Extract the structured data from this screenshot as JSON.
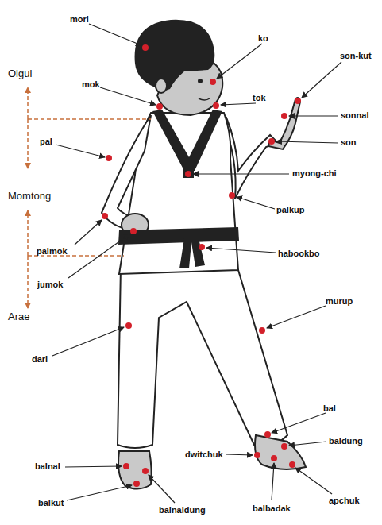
{
  "diagram": {
    "labels": [
      "mori",
      "ko",
      "son-kut",
      "Olgul",
      "mok",
      "tok",
      "sonnal",
      "pal",
      "son",
      "myong-chi",
      "Momtong",
      "palkup",
      "palmok",
      "habookbo",
      "jumok",
      "Arae",
      "murup",
      "dari",
      "bal",
      "baldung",
      "dwitchuk",
      "balnal",
      "balbadak",
      "apchuk",
      "balkut",
      "balnaldung"
    ]
  }
}
